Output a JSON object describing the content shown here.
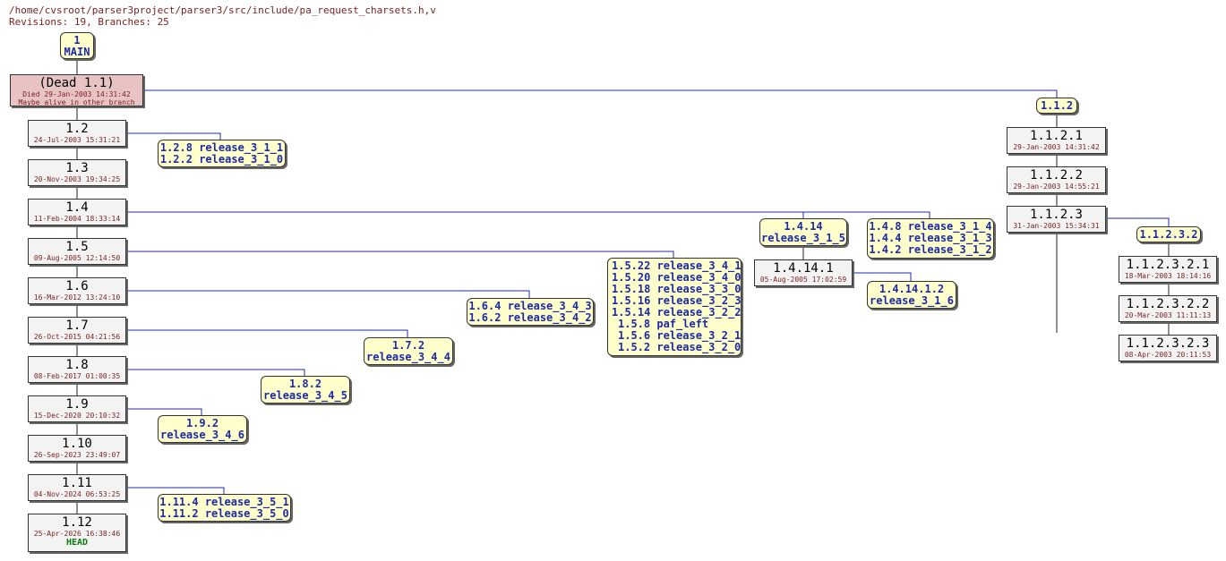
{
  "header": {
    "path": "/home/cvsroot/parser3project/parser3/src/include/pa_request_charsets.h,v",
    "summary": "Revisions: 19, Branches: 25"
  },
  "root": {
    "lines": [
      "1",
      "MAIN"
    ]
  },
  "dead": {
    "rev": "(Dead 1.1)",
    "date": "Died 29-Jan-2003 14:31:42",
    "note": "Maybe alive in other branch"
  },
  "main_revs": [
    {
      "rev": "1.2",
      "date": "24-Jul-2003 15:31:21"
    },
    {
      "rev": "1.3",
      "date": "20-Nov-2003 19:34:25"
    },
    {
      "rev": "1.4",
      "date": "11-Feb-2004 18:33:14"
    },
    {
      "rev": "1.5",
      "date": "09-Aug-2005 12:14:50"
    },
    {
      "rev": "1.6",
      "date": "16-Mar-2012 13:24:10"
    },
    {
      "rev": "1.7",
      "date": "26-Oct-2015 04:21:56"
    },
    {
      "rev": "1.8",
      "date": "08-Feb-2017 01:00:35"
    },
    {
      "rev": "1.9",
      "date": "15-Dec-2020 20:10:32"
    },
    {
      "rev": "1.10",
      "date": "26-Sep-2023 23:49:07"
    },
    {
      "rev": "1.11",
      "date": "04-Nov-2024 06:53:25"
    },
    {
      "rev": "1.12",
      "date": "25-Apr-2026 16:38:46",
      "head": "HEAD"
    }
  ],
  "tags": {
    "t12": {
      "lines": [
        "1.2.8 release_3_1_1",
        "1.2.2 release_3_1_0"
      ]
    },
    "t14a": {
      "lines": [
        "1.4.14",
        "release_3_1_5"
      ]
    },
    "t14b": {
      "lines": [
        "1.4.8 release_3_1_4",
        "1.4.4 release_3_1_3",
        "1.4.2 release_3_1_2"
      ]
    },
    "t1414": {
      "lines": [
        "1.4.14.1.2",
        "release_3_1_6"
      ]
    },
    "t15": {
      "lines": [
        "1.5.22 release_3_4_1",
        "1.5.20 release_3_4_0",
        "1.5.18 release_3_3_0",
        "1.5.16 release_3_2_3",
        "1.5.14 release_3_2_2",
        "1.5.8 paf_left",
        "1.5.6 release_3_2_1",
        "1.5.2 release_3_2_0"
      ]
    },
    "t16": {
      "lines": [
        "1.6.4 release_3_4_3",
        "1.6.2 release_3_4_2"
      ]
    },
    "t17": {
      "lines": [
        "1.7.2",
        "release_3_4_4"
      ]
    },
    "t18": {
      "lines": [
        "1.8.2",
        "release_3_4_5"
      ]
    },
    "t19": {
      "lines": [
        "1.9.2",
        "release_3_4_6"
      ]
    },
    "t111": {
      "lines": [
        "1.11.4 release_3_5_1",
        "1.11.2 release_3_5_0"
      ]
    },
    "t112b": {
      "lines": [
        "1.1.2"
      ]
    },
    "t11232": {
      "lines": [
        "1.1.2.3.2"
      ]
    }
  },
  "rev1414": {
    "rev": "1.4.14.1",
    "date": "05-Aug-2005 17:02:59"
  },
  "branch112_revs": [
    {
      "rev": "1.1.2.1",
      "date": "29-Jan-2003 14:31:42"
    },
    {
      "rev": "1.1.2.2",
      "date": "29-Jan-2003 14:55:21"
    },
    {
      "rev": "1.1.2.3",
      "date": "31-Jan-2003 15:34:31"
    }
  ],
  "branch11232_revs": [
    {
      "rev": "1.1.2.3.2.1",
      "date": "18-Mar-2003 18:14:16"
    },
    {
      "rev": "1.1.2.3.2.2",
      "date": "20-Mar-2003 11:11:13"
    },
    {
      "rev": "1.1.2.3.2.3",
      "date": "08-Apr-2003 20:11:53"
    }
  ],
  "colors": {
    "line": "#1c2aa8",
    "tag_bg": "#ffffcc",
    "rev_bg": "#f3f3f3",
    "dead_bg": "#e8c3c3",
    "date": "#7a1f1f",
    "head": "#0a7a0a"
  }
}
